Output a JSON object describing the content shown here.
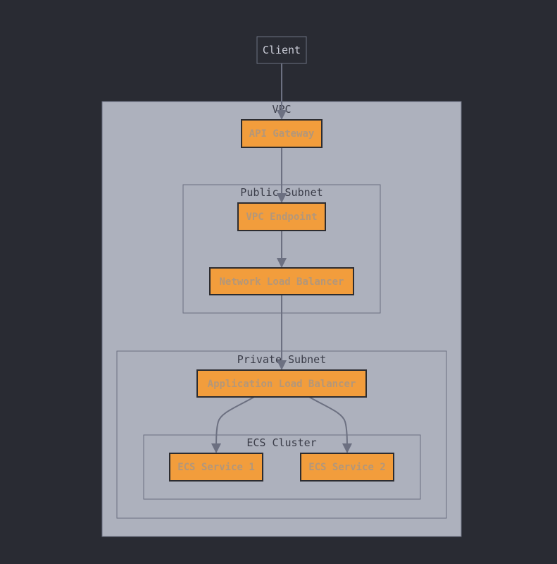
{
  "colors": {
    "background": "#292b33",
    "vpc_fill": "#adb1bd",
    "group_stroke": "#6c7081",
    "node_fill": "#f29d3c",
    "node_stroke": "#2c2c30",
    "node_text": "#b3977a",
    "edge": "#6c7081"
  },
  "groups": {
    "vpc": "VPC",
    "public_subnet": "Public Subnet",
    "private_subnet": "Private Subnet",
    "ecs_cluster": "ECS Cluster"
  },
  "nodes": {
    "client": "Client",
    "api_gateway": "API Gateway",
    "vpc_endpoint": "VPC Endpoint",
    "network_load_balancer": "Network Load Balancer",
    "application_load_balancer": "Application Load Balancer",
    "ecs_service_1": "ECS Service 1",
    "ecs_service_2": "ECS Service 2"
  },
  "edges": [
    {
      "from": "client",
      "to": "api_gateway"
    },
    {
      "from": "api_gateway",
      "to": "vpc_endpoint"
    },
    {
      "from": "vpc_endpoint",
      "to": "network_load_balancer"
    },
    {
      "from": "network_load_balancer",
      "to": "application_load_balancer"
    },
    {
      "from": "application_load_balancer",
      "to": "ecs_service_1"
    },
    {
      "from": "application_load_balancer",
      "to": "ecs_service_2"
    }
  ]
}
